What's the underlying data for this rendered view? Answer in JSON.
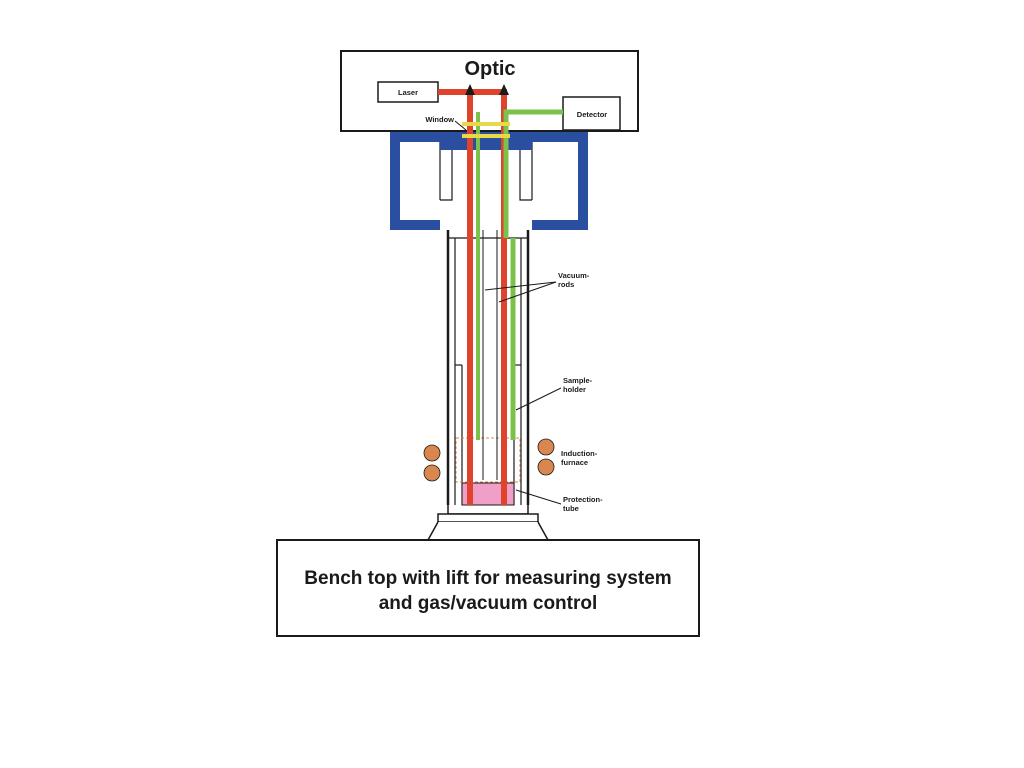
{
  "diagram": {
    "optic_title": "Optic",
    "labels": {
      "laser": "Laser",
      "detector": "Detector",
      "window": "Window",
      "vacuum_rods": [
        "Vacuum-",
        "rods"
      ],
      "sample_holder": [
        "Sample-",
        "holder"
      ],
      "induction_furnace": [
        "Induction-",
        "furnace"
      ],
      "protection_tube": [
        "Protection-",
        "tube"
      ]
    },
    "bench": {
      "line1": "Bench top with lift for measuring system",
      "line2": "and gas/vacuum control"
    }
  },
  "colors": {
    "laser_beam": "#e0432c",
    "detector_beam": "#7cc24a",
    "yellow_beam": "#e8d84a",
    "vessel_blue": "#2b4fa0",
    "furnace_coil": "#d9874e",
    "sample_pink": "#f0a0c8",
    "outline": "#1a1a1a"
  }
}
